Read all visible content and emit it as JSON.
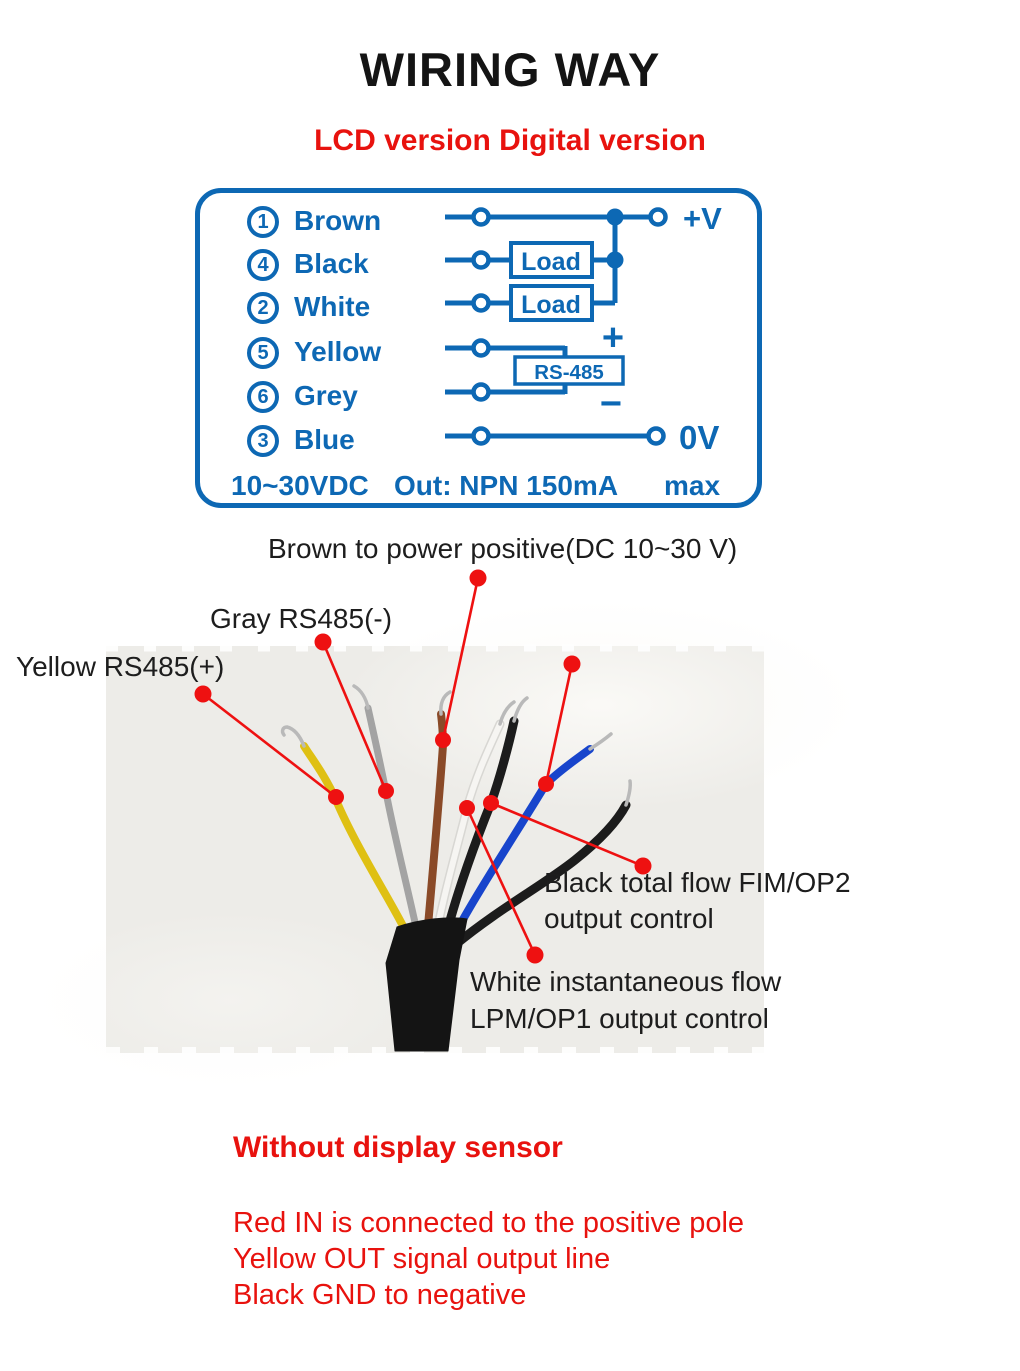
{
  "title": "WIRING WAY",
  "subtitle": "LCD version Digital version",
  "diagram": {
    "rows": [
      {
        "num": "1",
        "label": "Brown"
      },
      {
        "num": "4",
        "label": "Black"
      },
      {
        "num": "2",
        "label": "White"
      },
      {
        "num": "5",
        "label": "Yellow"
      },
      {
        "num": "6",
        "label": "Grey"
      },
      {
        "num": "3",
        "label": "Blue"
      }
    ],
    "load1": "Load",
    "load2": "Load",
    "rs485": "RS-485",
    "plus": "+",
    "minus": "−",
    "terminal_positive": "+V",
    "terminal_zero": "0V",
    "footer": {
      "supply": "10~30VDC",
      "output": "Out: NPN 150mA",
      "max": "max"
    }
  },
  "annotations": {
    "brown": "Brown to power positive(DC 10~30 V)",
    "gray": "Gray RS485(-)",
    "yellow": "Yellow RS485(+)",
    "black_line1": "Black total flow FIM/OP2",
    "black_line2": "output control",
    "white_line1": "White instantaneous flow",
    "white_line2": "LPM/OP1 output control"
  },
  "without_display": {
    "heading": "Without display sensor",
    "lines": [
      "Red IN is connected to the positive pole",
      "Yellow OUT signal output line",
      "Black GND to negative"
    ]
  },
  "colors": {
    "diagram_blue": "#0d68b4",
    "accent_red": "#e8120e",
    "annotation_red": "#ee1111",
    "wire_yellow": "#dfc013",
    "wire_gray": "#a3a3a3",
    "wire_brown": "#8a4a28",
    "wire_white": "#f4f3f0",
    "wire_black": "#1c1c1c",
    "wire_blue": "#1845cc",
    "photo_bg": "#edece8"
  }
}
